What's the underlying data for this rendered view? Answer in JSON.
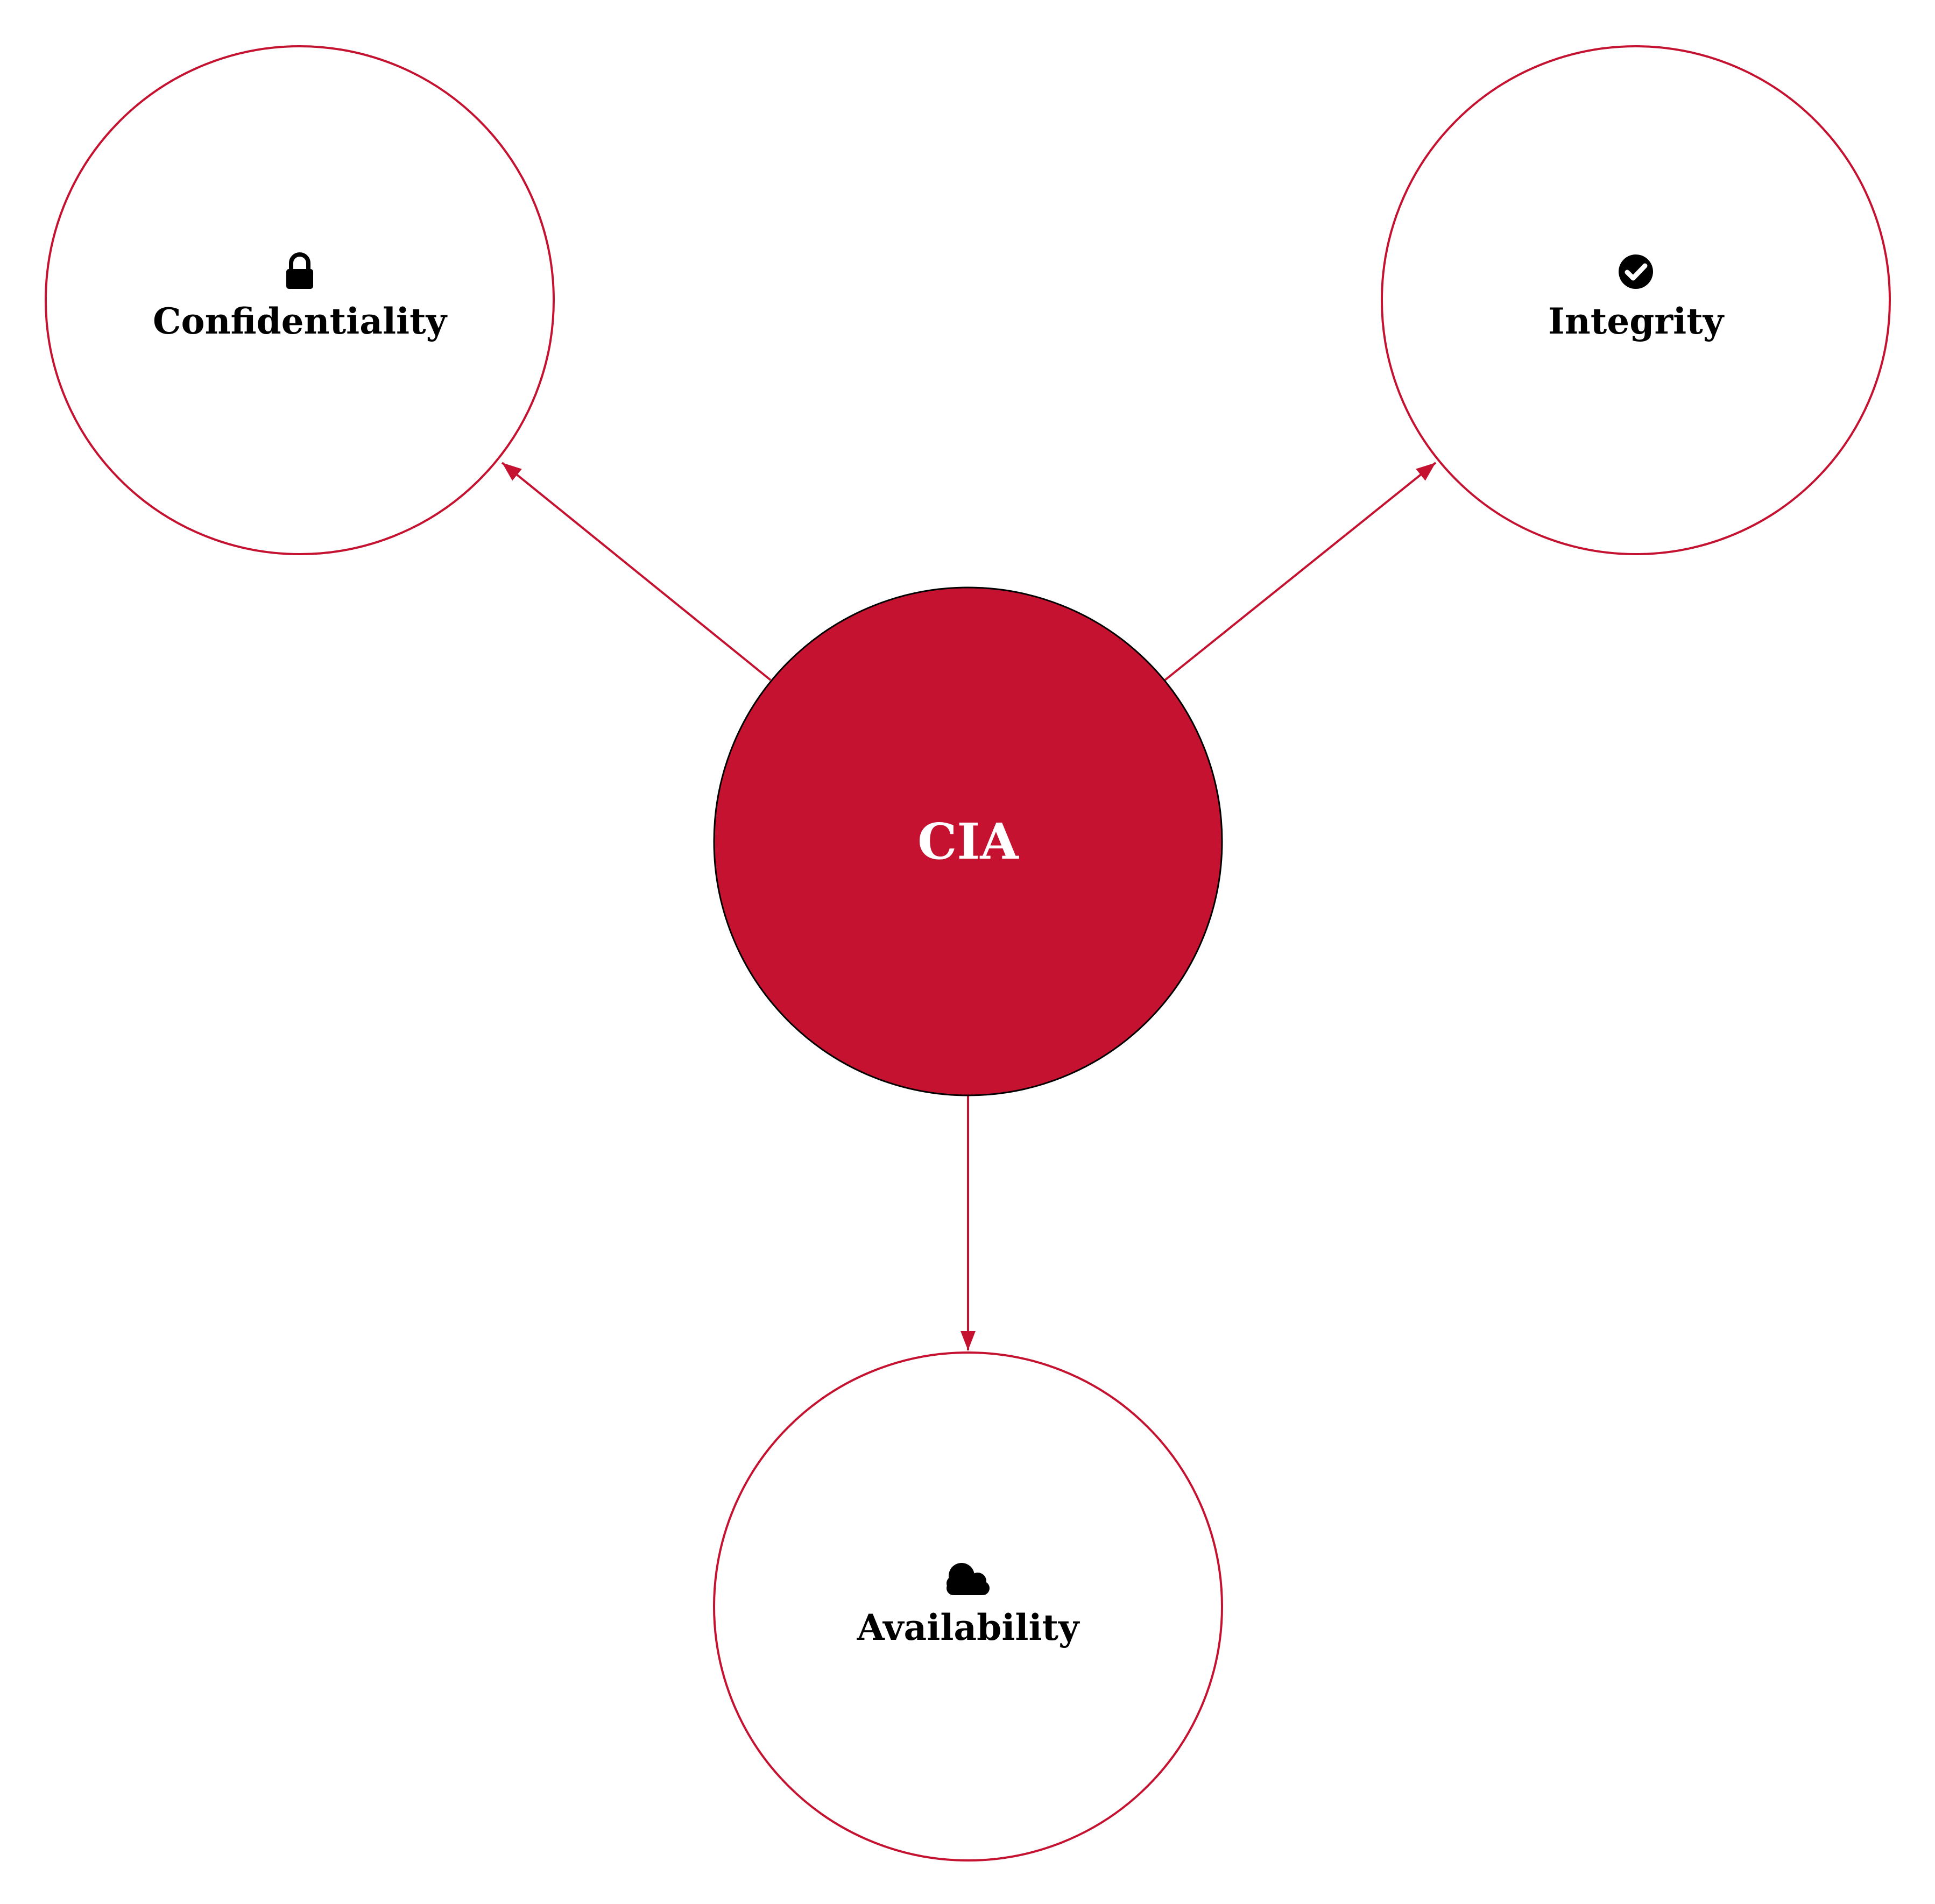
{
  "center": {
    "label": "CIA",
    "fill": "#c41230",
    "stroke": "#000000",
    "text_color": "#ffffff"
  },
  "pillars": [
    {
      "id": "confidentiality",
      "label": "Confidentiality",
      "icon": "lock-icon"
    },
    {
      "id": "integrity",
      "label": "Integrity",
      "icon": "check-circle-icon"
    },
    {
      "id": "availability",
      "label": "Availability",
      "icon": "cloud-icon"
    }
  ],
  "colors": {
    "accent": "#c41230",
    "text": "#000000",
    "background": "#ffffff"
  }
}
